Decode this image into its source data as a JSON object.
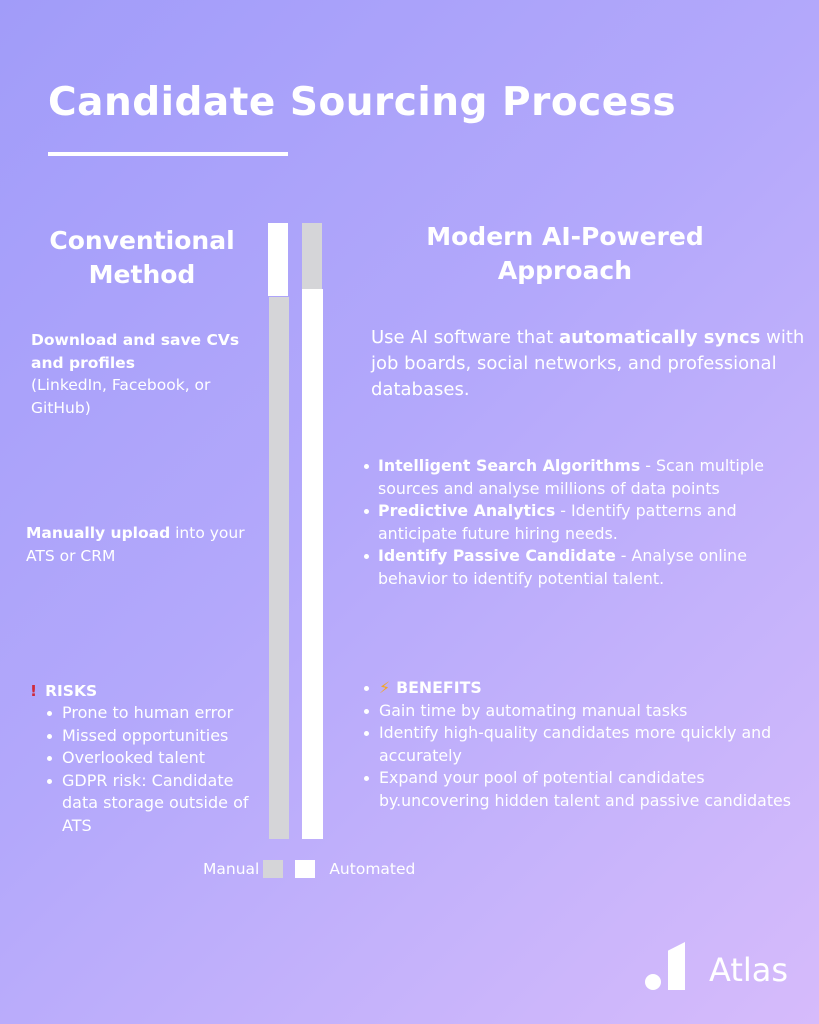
{
  "header": {
    "title": "Candidate Sourcing Process"
  },
  "columns": {
    "left_heading": "Conventional Method",
    "right_heading": "Modern AI-Powered Approach"
  },
  "conventional": {
    "step1_bold": "Download and save CVs and profiles",
    "step1_rest": "(LinkedIn, Facebook, or GitHub)",
    "step2_bold": "Manually upload",
    "step2_rest": " into your ATS or CRM",
    "risks": {
      "icon": "exclamation-icon",
      "icon_glyph": "!",
      "heading": "RISKS",
      "items": [
        "Prone to human error",
        "Missed opportunities",
        "Overlooked talent",
        "GDPR risk: Candidate data storage outside of ATS"
      ]
    }
  },
  "modern": {
    "intro_pre": "Use AI software that ",
    "intro_bold": "automatically syncs",
    "intro_post": " with job boards, social networks, and professional databases.",
    "features": [
      {
        "title": "Intelligent Search Algorithms",
        "desc": " - Scan multiple sources and analyse millions of data points"
      },
      {
        "title": "Predictive Analytics",
        "desc": " - Identify patterns and anticipate future hiring needs."
      },
      {
        "title": "Identify Passive Candidate",
        "desc": " - Analyse online behavior to identify potential talent."
      }
    ],
    "benefits": {
      "icon": "lightning-icon",
      "icon_glyph": "⚡",
      "heading": "BENEFITS",
      "items": [
        "Gain time by automating manual tasks",
        "Identify high-quality candidates more quickly and accurately",
        "Expand your pool of potential candidates by.uncovering hidden talent and passive candidates"
      ]
    }
  },
  "legend": {
    "manual_label": "Manual",
    "automated_label": "Automated",
    "manual_color": "#d5d5d8",
    "automated_color": "#ffffff"
  },
  "brand": {
    "name": "Atlas"
  },
  "colors": {
    "bg_start": "#a19cf9",
    "bg_end": "#d6bbfb",
    "risk_accent": "#d02a3a",
    "benefit_accent": "#f5a623"
  }
}
